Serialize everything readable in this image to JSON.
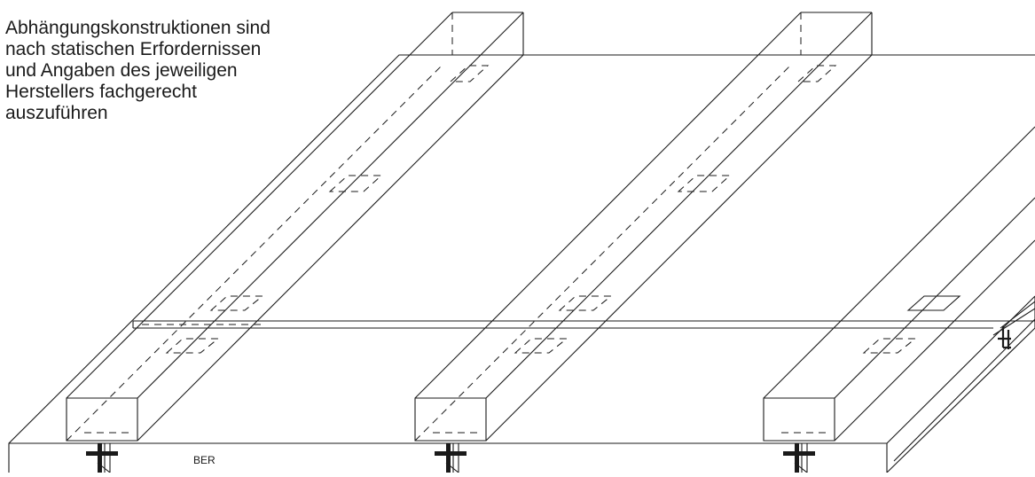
{
  "drawing": {
    "note_lines": [
      "Abhängungskonstruktionen sind",
      "nach statischen Erfordernissen",
      "und Angaben des jeweiligen",
      "Herstellers fachgerecht",
      "auszuführen"
    ],
    "tag": "BER"
  },
  "colors": {
    "line": "#1a1a1a",
    "background": "#ffffff"
  },
  "components": {
    "beam_count": 3,
    "hanger_count": 3
  }
}
